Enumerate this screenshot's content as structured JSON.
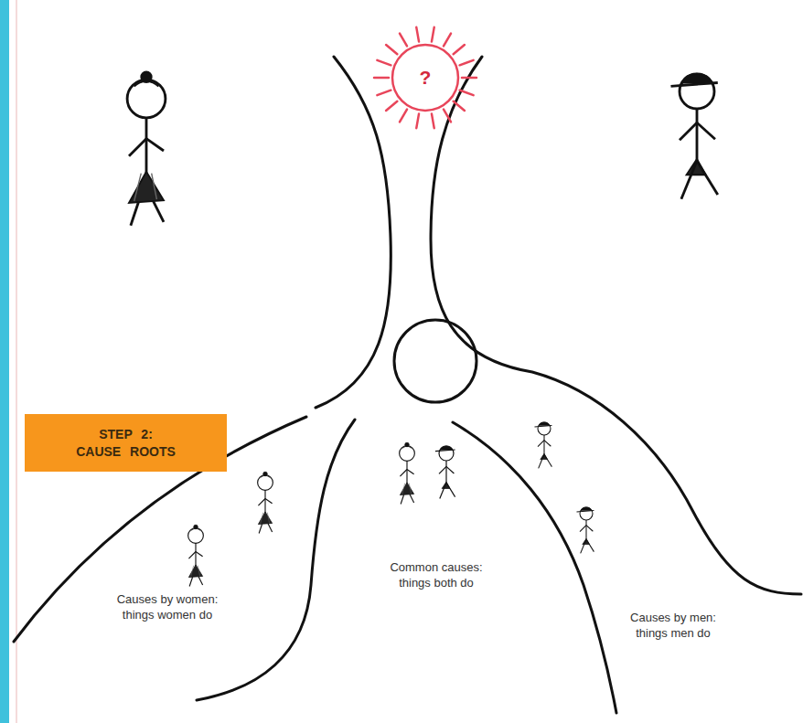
{
  "diagram": {
    "nodes": [
      {
        "text": [
          "?"
        ]
      },
      {
        "text": [
          "STEP 2: CAUSE ROOTS"
        ]
      }
    ],
    "labels": [
      "Causes by women: things women do",
      "Common causes: things both do",
      "Causes by men: things men do"
    ]
  }
}
